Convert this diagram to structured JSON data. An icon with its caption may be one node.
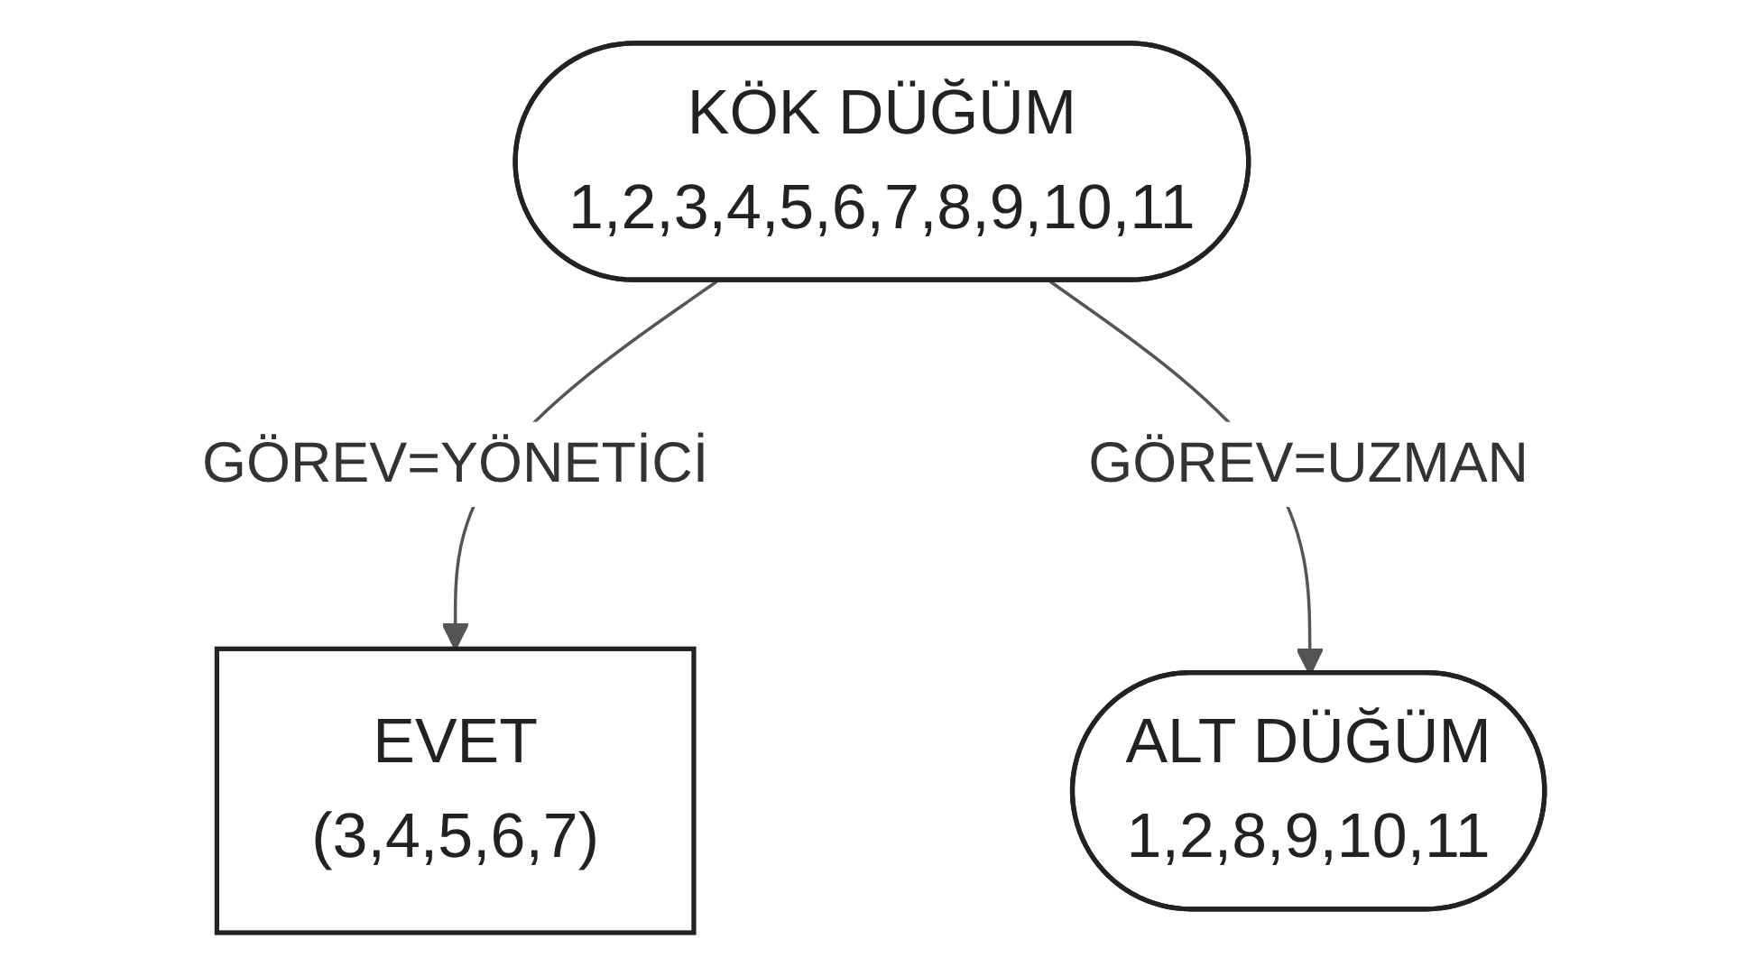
{
  "diagram": {
    "nodes": [
      {
        "text": [
          "KÖK DÜĞÜM",
          "1,2,3,4,5,6,7,8,9,10,11"
        ]
      },
      {
        "text": [
          "EVET",
          "(3,4,5,6,7)"
        ]
      },
      {
        "text": [
          "ALT DÜĞÜM",
          "1,2,8,9,10,11"
        ]
      }
    ],
    "edges": [
      {
        "from": 0,
        "to": 1,
        "arrow": "to",
        "label": "GÖREV=YÖNETİCİ"
      },
      {
        "from": 0,
        "to": 2,
        "arrow": "to",
        "label": "GÖREV=UZMAN"
      }
    ]
  }
}
